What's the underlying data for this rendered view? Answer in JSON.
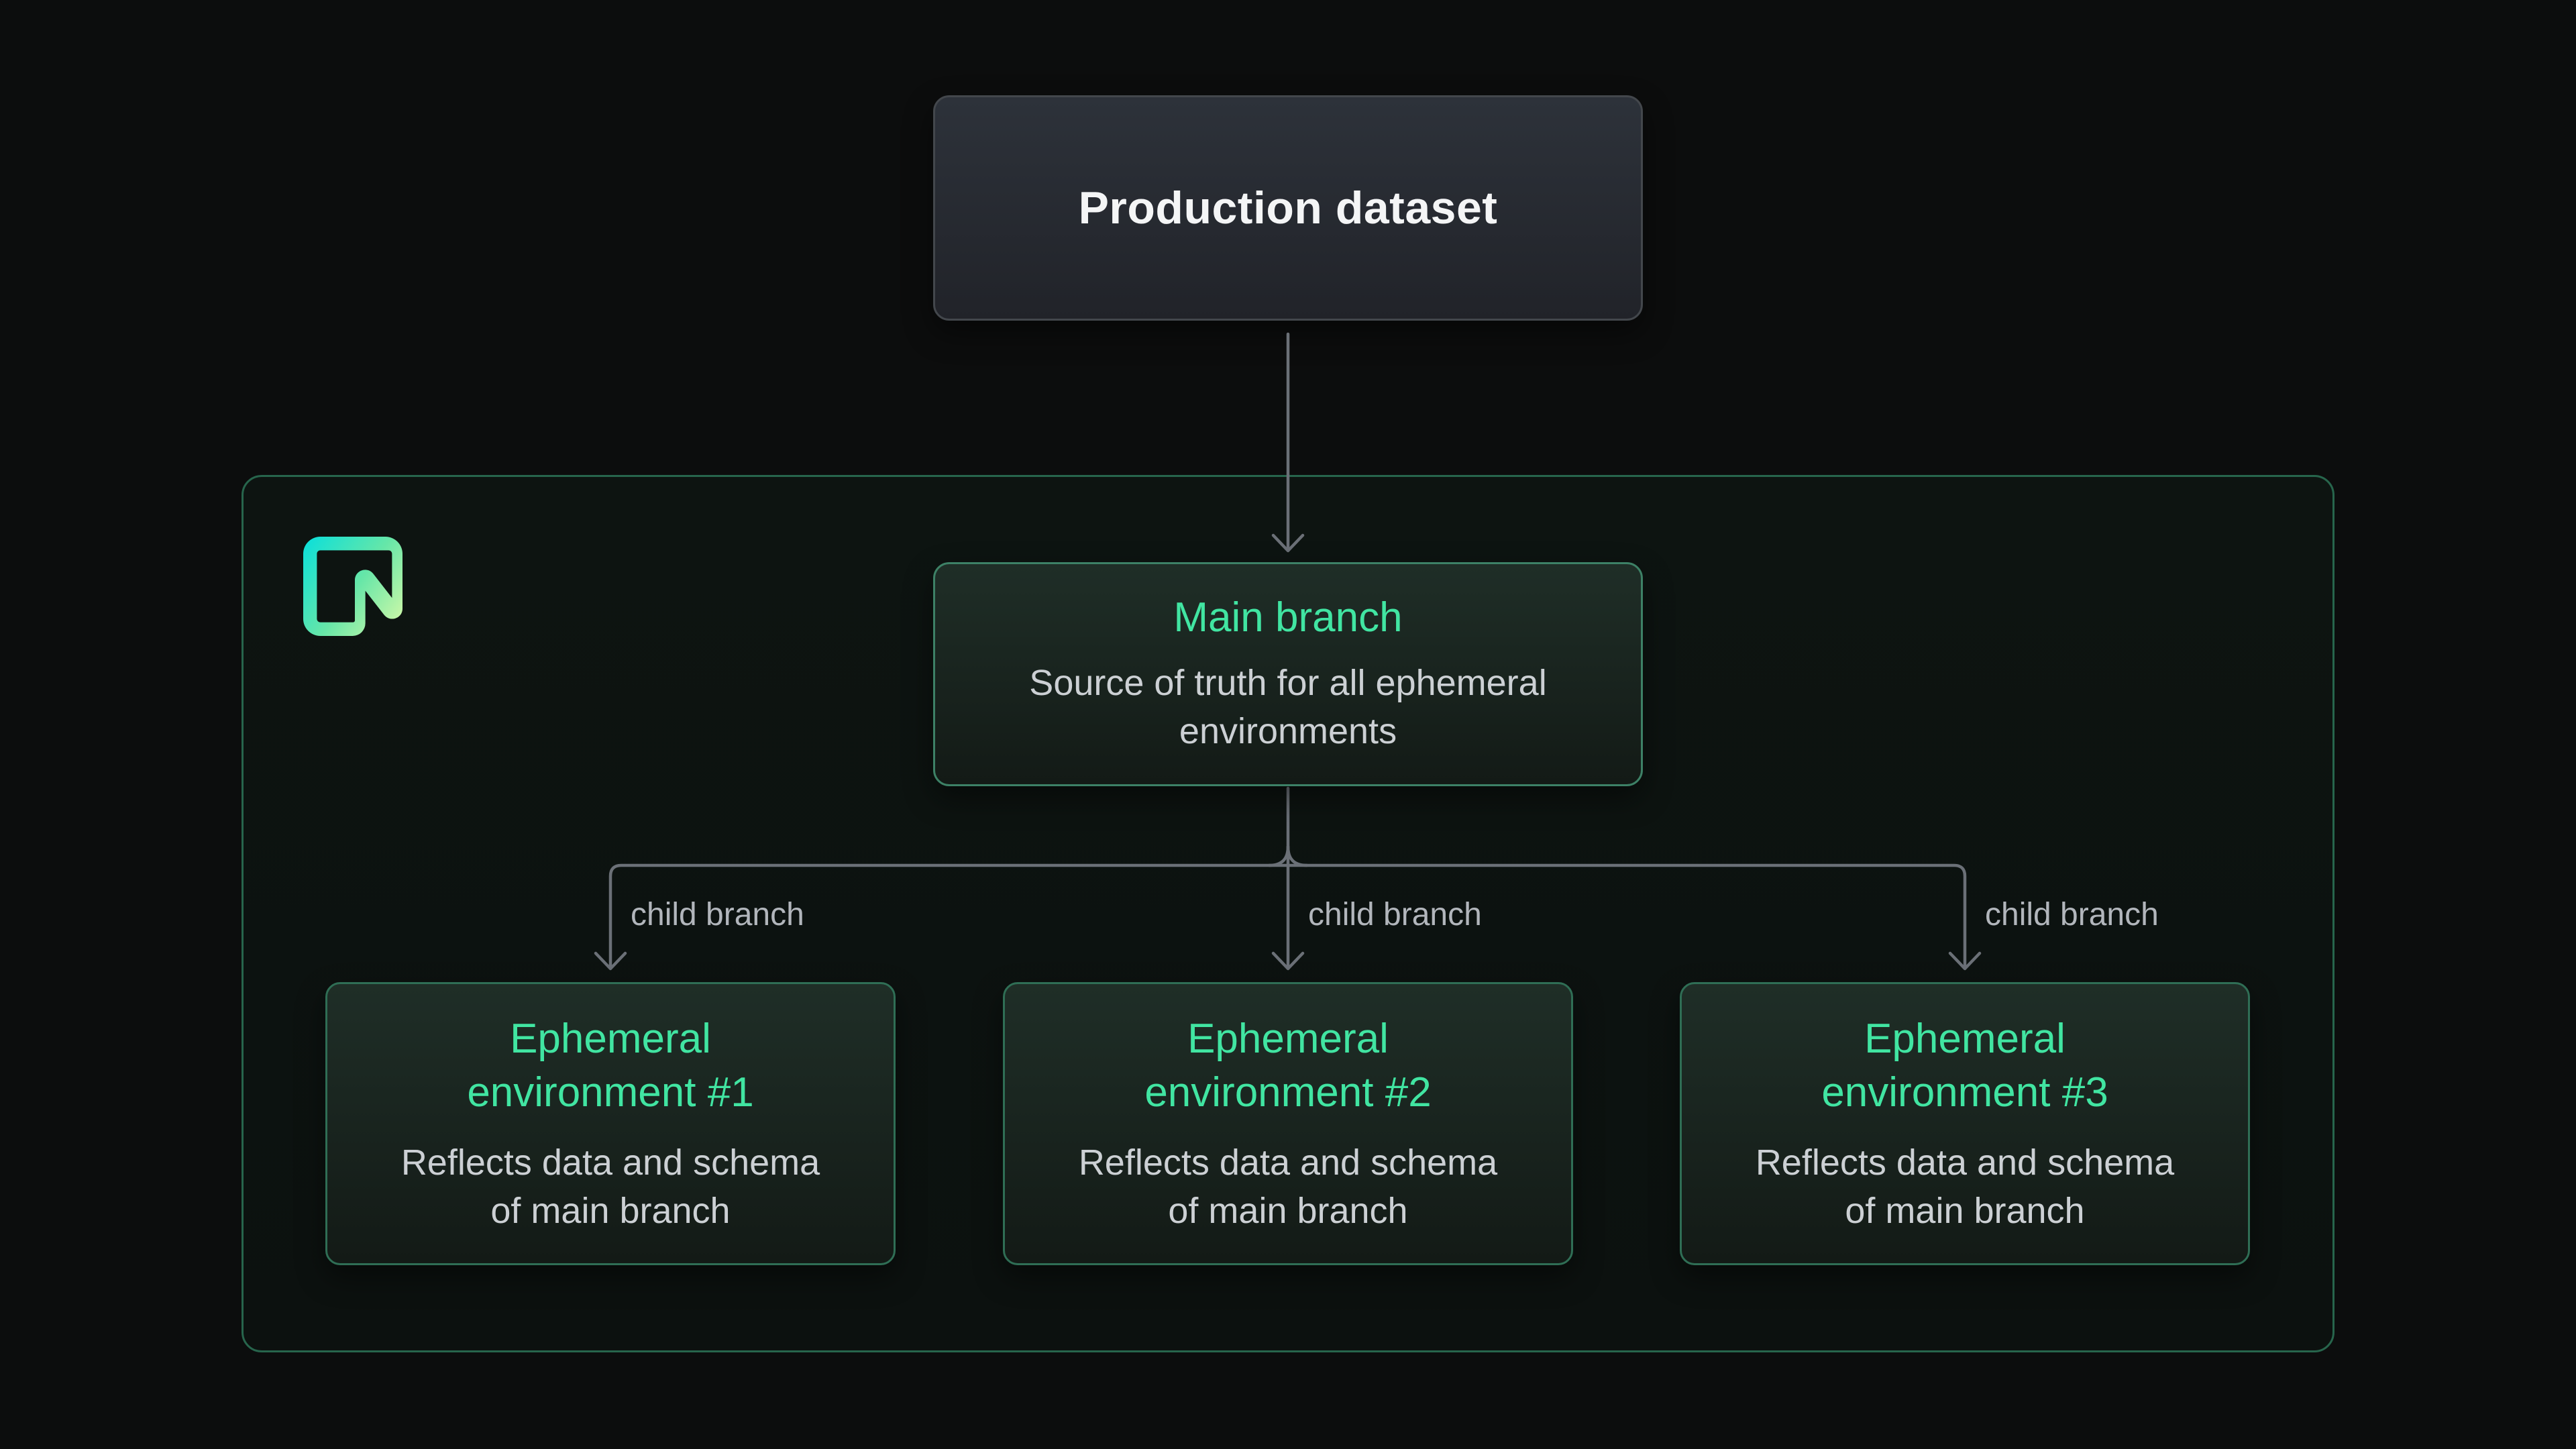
{
  "colors": {
    "page_bg": "#0c0d0d",
    "container_bg": "#0d1411",
    "container_border": "#27654c",
    "accent_green": "#41e5a2",
    "main_border": "#3d8166",
    "env_border": "#2f6e55",
    "neutral_border": "#43474c",
    "neutral_top": "#2d323a",
    "neutral_bottom": "#212329",
    "green_top": "#1f2e27",
    "green_bottom": "#131a16",
    "connector": "#6b7077",
    "text_primary": "#f4f5f6",
    "text_secondary": "#ccd0d4",
    "text_label": "#b2b6bc",
    "logo_cyan": "#12e0d6",
    "logo_mid": "#66e6a8",
    "logo_green": "#cdf8a8"
  },
  "production": {
    "title": "Production dataset"
  },
  "main_branch": {
    "title": "Main branch",
    "subtitle_line1": "Source of truth for all ephemeral",
    "subtitle_line2": "environments"
  },
  "edges": {
    "label_1": "child branch",
    "label_2": "child branch",
    "label_3": "child branch"
  },
  "environments": [
    {
      "title_line1": "Ephemeral",
      "title_line2": "environment #1",
      "body_line1": "Reflects data and schema",
      "body_line2": "of main branch"
    },
    {
      "title_line1": "Ephemeral",
      "title_line2": "environment #2",
      "body_line1": "Reflects data and schema",
      "body_line2": "of main branch"
    },
    {
      "title_line1": "Ephemeral",
      "title_line2": "environment #3",
      "body_line1": "Reflects data and schema",
      "body_line2": "of main branch"
    }
  ],
  "icons": {
    "logo": "neon-logo"
  }
}
